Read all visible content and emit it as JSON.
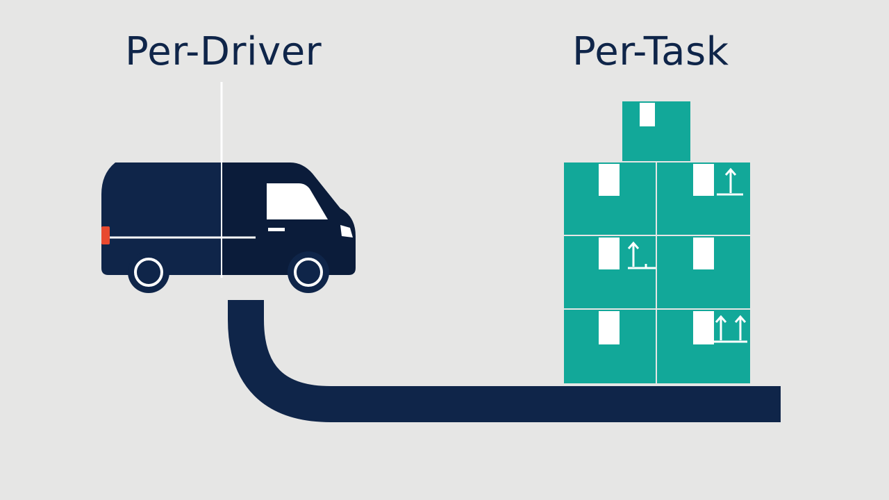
{
  "labels": {
    "left": "Per-Driver",
    "right": "Per-Task"
  },
  "colors": {
    "background": "#e6e6e5",
    "navy": "#0f2549",
    "navy_dark": "#0b1c3a",
    "teal": "#12a899",
    "white": "#ffffff",
    "tail_light": "#e8492f"
  },
  "icons": [
    "van-icon",
    "box-stack-icon",
    "this-side-up-icon",
    "road-path"
  ]
}
